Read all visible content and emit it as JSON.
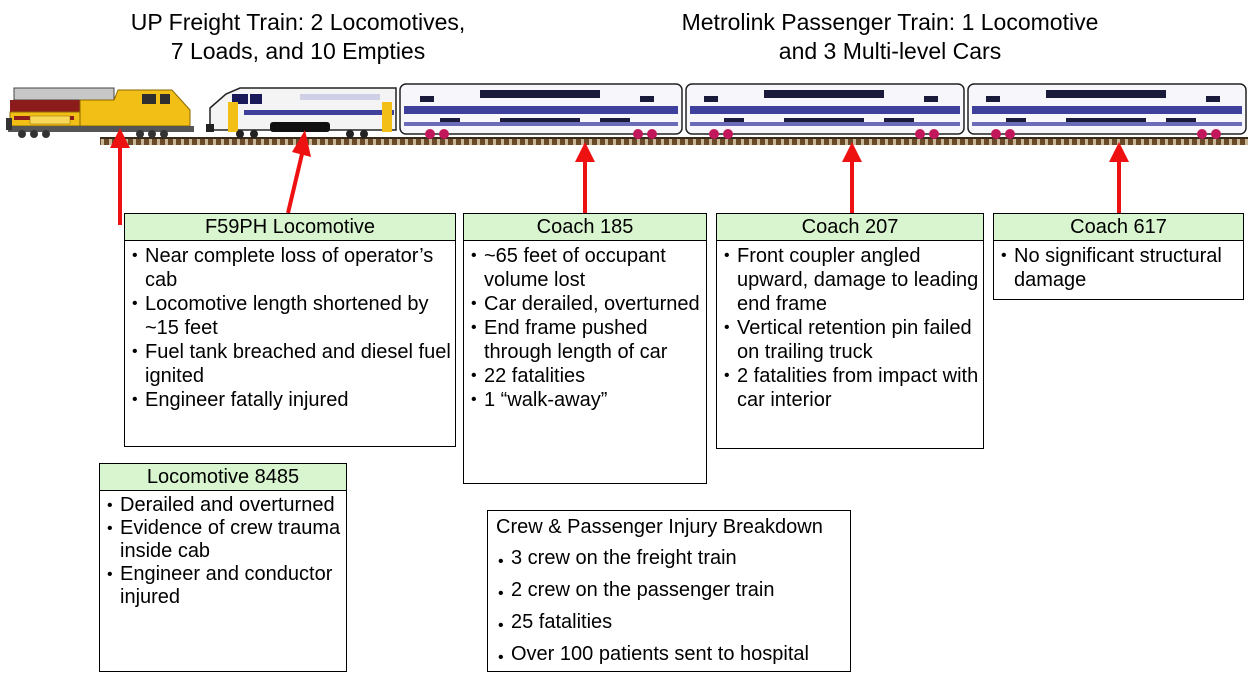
{
  "titles": {
    "freight_line1": "UP Freight Train: 2 Locomotives,",
    "freight_line2": "7 Loads, and 10 Empties",
    "passenger_line1": "Metrolink Passenger Train:  1 Locomotive",
    "passenger_line2": "and 3 Multi-level Cars"
  },
  "boxes": {
    "f59ph": {
      "title": "F59PH Locomotive",
      "items": [
        "Near complete loss of operator’s cab",
        "Locomotive length shortened by ~15 feet",
        "Fuel tank breached and diesel fuel ignited",
        "Engineer fatally injured"
      ]
    },
    "coach185": {
      "title": "Coach 185",
      "items": [
        "~65 feet of occupant volume lost",
        "Car derailed, overturned",
        "End frame pushed through length of car",
        "22 fatalities",
        "1 “walk-away”"
      ]
    },
    "coach207": {
      "title": "Coach 207",
      "items": [
        "Front coupler angled upward, damage to leading end frame",
        "Vertical retention pin failed on trailing truck",
        "2 fatalities from impact with car interior"
      ]
    },
    "coach617": {
      "title": "Coach 617",
      "items": [
        "No significant structural damage"
      ]
    },
    "loco8485": {
      "title": "Locomotive 8485",
      "items": [
        "Derailed and overturned",
        "Evidence of crew trauma inside cab",
        "Engineer and conductor injured"
      ]
    }
  },
  "injury": {
    "title": "Crew & Passenger Injury Breakdown",
    "items": [
      "3 crew on the freight train",
      "2 crew on the passenger train",
      "25 fatalities",
      "Over 100 patients sent to hospital"
    ]
  },
  "colors": {
    "arrow": "#ee1111",
    "header_fill": "#d8f5cf",
    "coach_stripe": "#3f3f9c",
    "freight_yellow": "#f2bf16",
    "freight_red": "#8c1b1b"
  }
}
